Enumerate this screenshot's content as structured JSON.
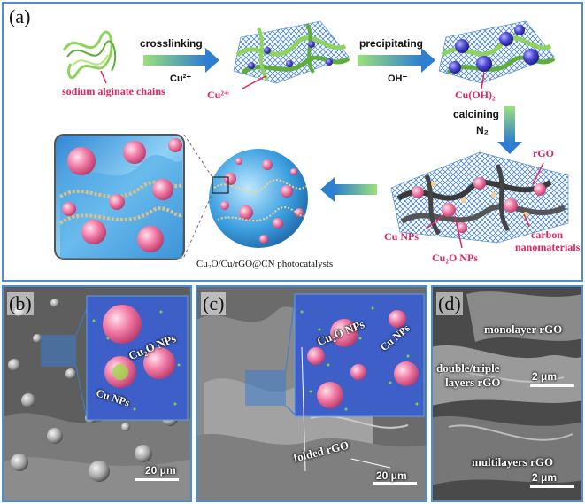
{
  "panel_a": {
    "label": "(a)",
    "step_crosslinking": "crosslinking",
    "ion_cu": "Cu²⁺",
    "label_sodium_alginate": "sodium alginate chains",
    "label_cu_ion": "Cu²⁺",
    "step_precipitating": "precipitating",
    "ion_oh": "OH⁻",
    "label_cuoh2": "Cu(OH)₂",
    "step_calcining": "calcining",
    "gas_n2": "N₂",
    "label_rgo": "rGO",
    "label_carbon": "carbon",
    "label_nanomaterials": "nanomaterials",
    "label_cu_nps": "Cu NPs",
    "label_cu2o_nps": "Cu₂O NPs",
    "caption": "Cu₂O/Cu/rGO@CN photocatalysts"
  },
  "panel_b": {
    "label": "(b)",
    "inset_cu2o": "Cu₂O NPs",
    "inset_cu": "Cu NPs",
    "scale": "20 μm"
  },
  "panel_c": {
    "label": "(c)",
    "inset_cu2o": "Cu₂O NPs",
    "inset_cu": "Cu NPs",
    "folded": "folded rGO",
    "scale": "20 μm"
  },
  "panel_d": {
    "label": "(d)",
    "mono": "monolayer rGO",
    "double": "double/triple",
    "layers": "layers rGO",
    "multi": "multilayers rGO",
    "scale_top": "2 μm",
    "scale_bottom": "2 μm"
  },
  "colors": {
    "border": "#4a8fd6",
    "red_label": "#e0245e",
    "arrow_green": "#7cd36b",
    "arrow_blue": "#2f7fd0",
    "sphere_pink": "#f06b9b",
    "sheet_blue": "#3d9ee0"
  }
}
